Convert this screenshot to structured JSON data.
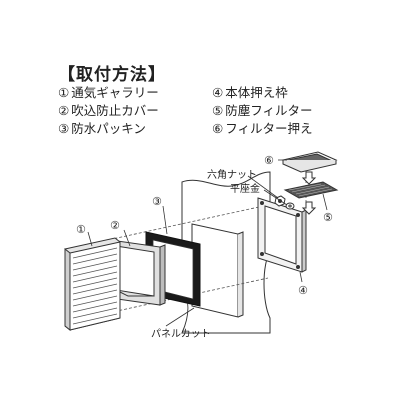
{
  "title": "【取付方法】",
  "legend": [
    {
      "num": "①",
      "label": "通気ギャラリー"
    },
    {
      "num": "②",
      "label": "吹込防止カバー"
    },
    {
      "num": "③",
      "label": "防水パッキン"
    },
    {
      "num": "④",
      "label": "本体押え枠"
    },
    {
      "num": "⑤",
      "label": "防塵フィルター"
    },
    {
      "num": "⑥",
      "label": "フィルター押え"
    }
  ],
  "diagram": {
    "callouts": {
      "c1": "①",
      "c2": "②",
      "c3": "③",
      "c4": "④",
      "c5": "⑤",
      "c6": "⑥"
    },
    "labels": {
      "hex_nut": "六角ナット",
      "flat_washer": "平座金",
      "panel_cut": "パネルカット"
    }
  },
  "colors": {
    "line": "#333333",
    "panel": "#ffffff",
    "shade": "#d9d9d9",
    "dark": "#222222"
  }
}
